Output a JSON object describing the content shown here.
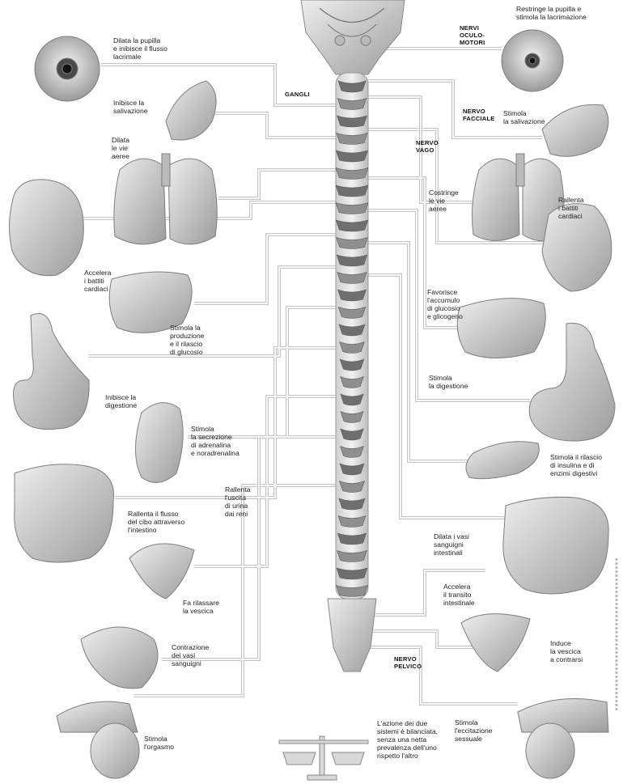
{
  "nerves": {
    "gangli": "GANGLI",
    "oculomotori": "NERVI\nOCULO-\nMOTORI",
    "facciale": "NERVO\nFACCIALE",
    "vago": "NERVO\nVAGO",
    "pelvico": "NERVO\nPELVICO"
  },
  "left": {
    "eye": "Dilata la pupilla\ne inibisce il flusso\nlacrimale",
    "saliva": "Inibisce la\nsalivazione",
    "airways": "Dilata\nle vie\naeree",
    "heart": "Accelera\ni battiti\ncardiaci",
    "liver": "Stimola la\nproduzione\ne il rilascio\ndi glucosio",
    "stomach": "Inibisce la\ndigestione",
    "adrenal": "Stimola\nla secrezione\ndi adrenalina\ne noradrenalina",
    "kidney": "Rallenta\nl'uscita\ndi urina\ndai reni",
    "intestine": "Rallenta il flusso\ndel cibo attraverso\nl'intestino",
    "bladder": "Fa rilassare\nla vescica",
    "vessels": "Contrazione\ndei vasi\nsanguigni",
    "orgasm": "Stimola\nl'orgasmo"
  },
  "right": {
    "eye": "Restringe la pupilla e\nstimola la lacrimazione",
    "saliva": "Stimola\nla salivazione",
    "airways": "Costringe\nle vie\naeree",
    "heart": "Rallenta\ni battiti\ncardiaci",
    "liver": "Favorisce\nl'accumulo\ndi glucosio\ne glicogeno",
    "stomach": "Stimola\nla digestione",
    "pancreas": "Stimola il rilascio\ndi insulina e di\nenzimi digestivi",
    "vessels": "Dilata i vasi\nsanguigni\nintestinali",
    "transit": "Accelera\nil transito\nintestinale",
    "bladder": "Induce\nla vescica\na contrarsi",
    "excite": "Stimola\nl'eccitazione\nsessuale"
  },
  "balance": "L'azione dei due\nsistemi è bilanciata,\nsenza una netta\nprevalenza dell'uno\nrispetto l'altro"
}
